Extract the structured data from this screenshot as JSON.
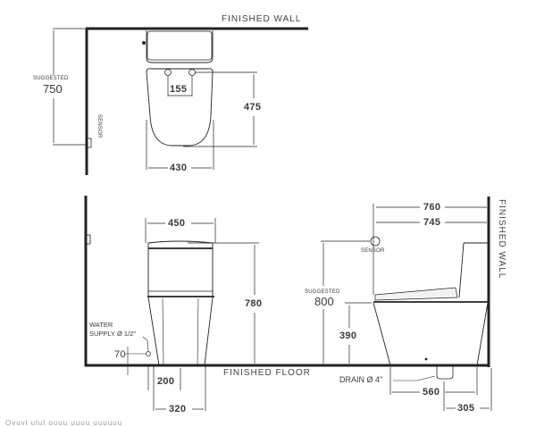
{
  "drawing": {
    "top_view": {
      "finished_wall_label": "FINISHED WALL",
      "suggested_label": "SUGGESTED",
      "suggested_height": "750",
      "sensor_label": "SENSOR",
      "bolt_spacing": "155",
      "bolt_to_front": "475",
      "width": "430"
    },
    "front_view": {
      "tank_width": "450",
      "total_height": "780",
      "water_supply_label": "WATER",
      "water_supply_label_2": "SUPPLY Ø 1/2\"",
      "supply_height": "70",
      "supply_offset": "200",
      "base_width": "320",
      "finished_floor_label": "FINISHED FLOOR"
    },
    "side_view": {
      "overall_depth": "760",
      "depth": "745",
      "sensor_label": "SENSOR",
      "suggested_label": "SUGGESTED",
      "suggested_height": "800",
      "seat_height": "390",
      "drain_label": "DRAIN Ø 4\"",
      "base_depth": "560",
      "rough_in": "305",
      "finished_wall_label": "FINISHED WALL"
    },
    "footer_cut_text": "Ovuvl ulul ouuu uuuu uuuuuu"
  }
}
